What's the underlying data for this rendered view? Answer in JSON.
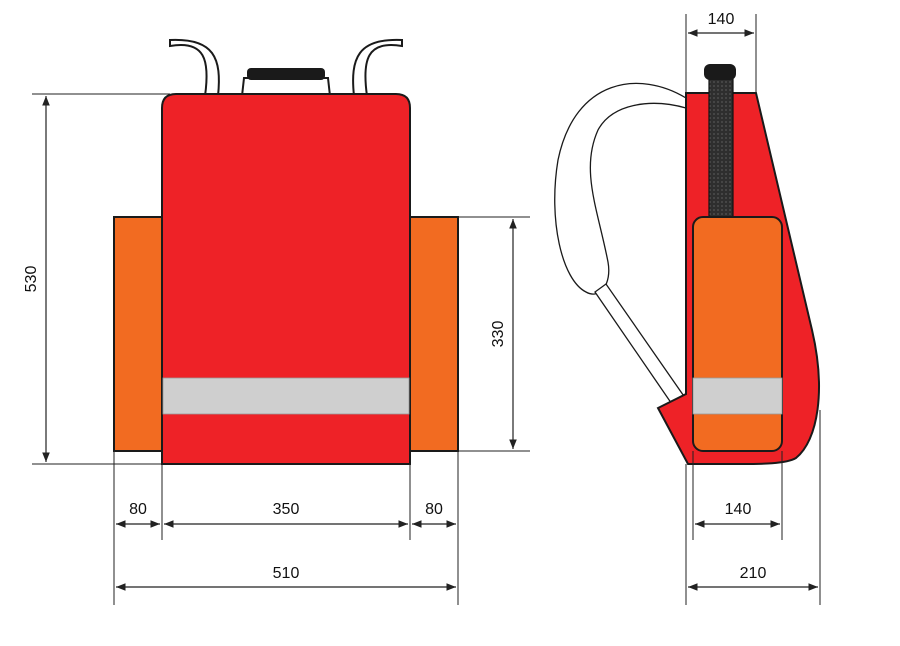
{
  "colors": {
    "body_red": "#ee2227",
    "pocket_orange": "#f26b21",
    "reflective_stripe": "#cfcfcf",
    "handle_black": "#1a1a1a",
    "hose_dark": "#3a3a3a",
    "outline": "#1a1a1a"
  },
  "dimensions": {
    "front_height": "530",
    "pocket_height": "330",
    "left_pocket_width": "80",
    "body_width": "350",
    "right_pocket_width": "80",
    "total_width": "510",
    "side_top_width": "140",
    "side_pocket_width": "140",
    "side_total_depth": "210"
  }
}
